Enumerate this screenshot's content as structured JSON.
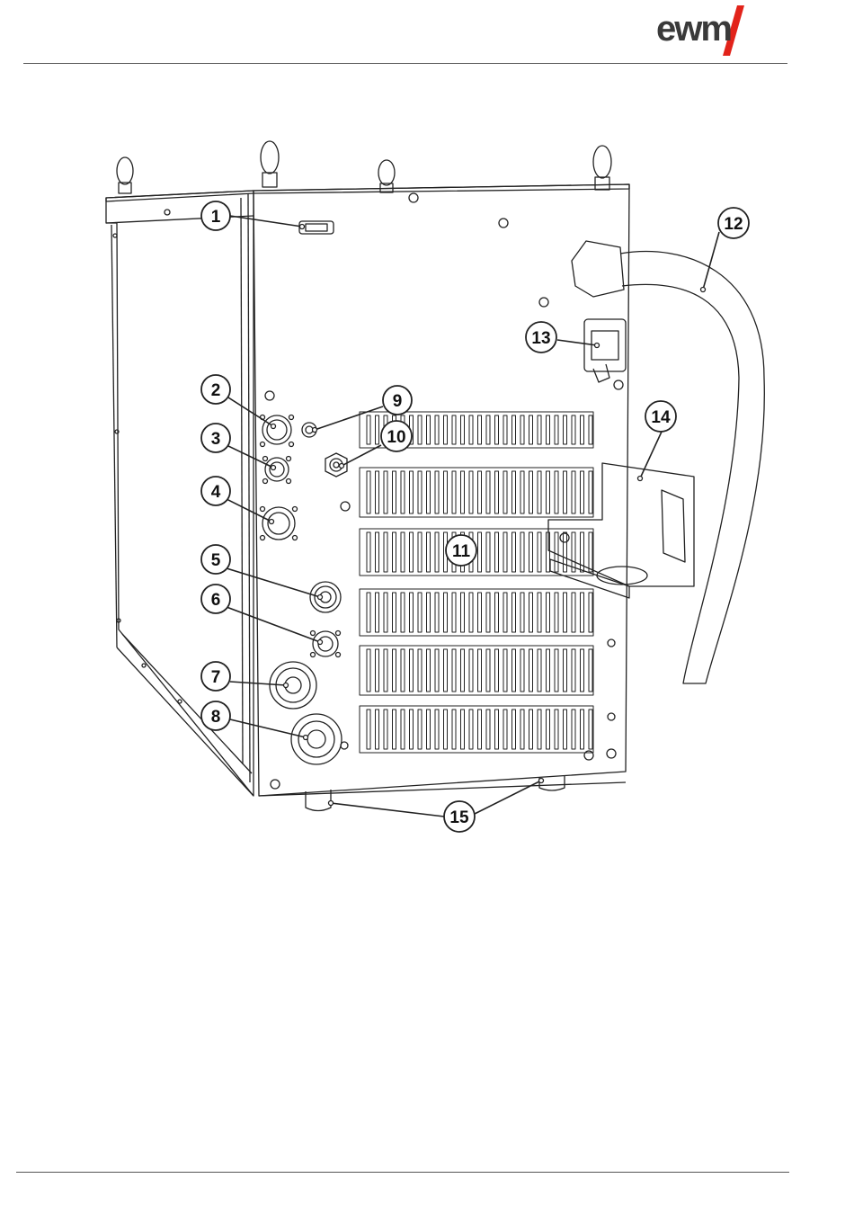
{
  "header": {
    "logo_text": "ewm",
    "accent_color": "#e2231a"
  },
  "figure": {
    "callouts": [
      {
        "number": "1"
      },
      {
        "number": "2"
      },
      {
        "number": "3"
      },
      {
        "number": "4"
      },
      {
        "number": "5"
      },
      {
        "number": "6"
      },
      {
        "number": "7"
      },
      {
        "number": "8"
      },
      {
        "number": "9"
      },
      {
        "number": "10"
      },
      {
        "number": "11"
      },
      {
        "number": "12"
      },
      {
        "number": "13"
      },
      {
        "number": "14"
      },
      {
        "number": "15"
      }
    ]
  }
}
